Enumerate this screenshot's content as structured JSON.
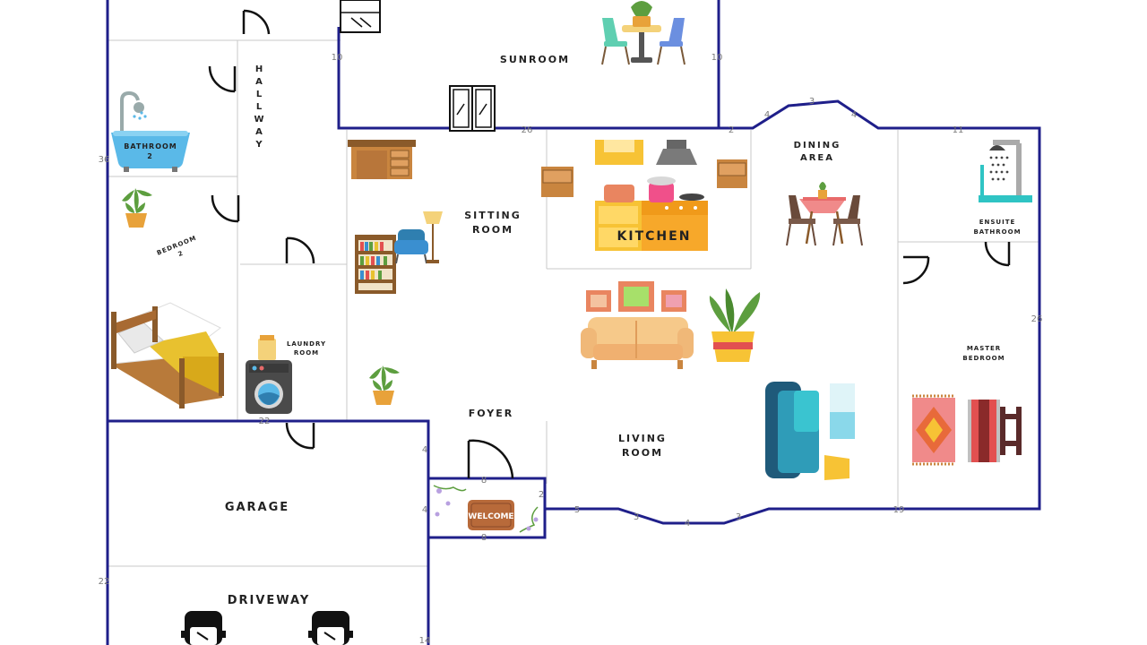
{
  "rooms": {
    "sunroom": "SUNROOM",
    "hallway": [
      "H",
      "A",
      "L",
      "L",
      "W",
      "A",
      "Y"
    ],
    "bathroom2_a": "BATHROOM",
    "bathroom2_b": "2",
    "bedroom2_a": "BEDROOM",
    "bedroom2_b": "2",
    "sitting_a": "SITTING",
    "sitting_b": "ROOM",
    "kitchen": "KITCHEN",
    "dining_a": "DINING",
    "dining_b": "AREA",
    "ensuite_a": "ENSUITE",
    "ensuite_b": "BATHROOM",
    "laundry_a": "LAUNDRY",
    "laundry_b": "ROOM",
    "master_a": "MASTER",
    "master_b": "BEDROOM",
    "foyer": "FOYER",
    "living_a": "LIVING",
    "living_b": "ROOM",
    "garage": "GARAGE",
    "driveway": "DRIVEWAY"
  },
  "dimensions": {
    "d_sun_left": "10",
    "d_sun_right": "10",
    "d_sun_bottom": "26",
    "d_dining_left": "2",
    "d_bay1": "4",
    "d_bay2": "3",
    "d_bay3": "4",
    "d_top_right": "11",
    "d_left_wall": "36",
    "d_right_wall": "26",
    "d_laundry": "22",
    "d_foyer_l1": "4",
    "d_foyer_l2": "4",
    "d_foyer_top": "8",
    "d_foyer_bottom": "8",
    "d_foyer_right": "2",
    "d_front1": "5",
    "d_front2": "3",
    "d_front3": "4",
    "d_front4": "3",
    "d_front_right": "19",
    "d_garage_left": "22",
    "d_drive_bottom": "14"
  },
  "mat_text": "WELCOME",
  "colors": {
    "wall": "#1f1f8a",
    "bath": "#5ab9e8",
    "bed_cover": "#e8c12f",
    "wood": "#c9853f",
    "kitchen_yellow": "#f7c335",
    "sofa": "#f6c98a",
    "chair_teal": "#2f9cb8",
    "mat": "#b86a3a"
  },
  "icons": [
    "bathtub-icon",
    "bed-icon",
    "plant-icon",
    "washing-machine-icon",
    "desk-icon",
    "bookshelf-icon",
    "armchair-icon",
    "floor-lamp-icon",
    "kitchen-counter-icon",
    "range-hood-icon",
    "dining-table-icon",
    "shower-icon",
    "sofa-icon",
    "lounge-chair-icon",
    "rug-icon",
    "dresser-icon",
    "car-icon",
    "window-icon",
    "welcome-mat-icon"
  ]
}
